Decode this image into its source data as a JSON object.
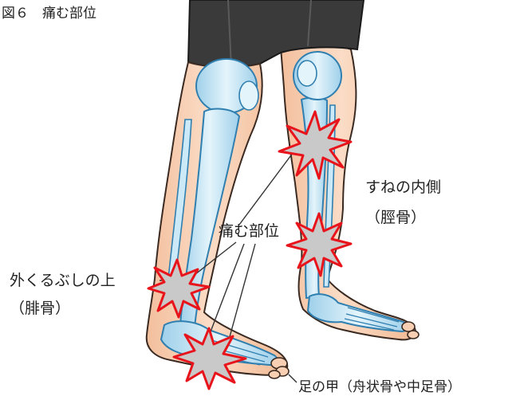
{
  "figure": {
    "caption": "図６　痛む部位"
  },
  "labels": {
    "pain_site": "痛む部位",
    "fibula_line1": "外くるぶしの上",
    "fibula_line2": "（腓骨）",
    "tibia_line1": "すねの内側",
    "tibia_line2": "（脛骨）",
    "foot": "足の甲（舟状骨や中足骨）"
  },
  "colors": {
    "skin": "#f8cfb2",
    "skin_outline": "#3a2a22",
    "bone_fill": "#bfe3f4",
    "bone_outline": "#2f7fb0",
    "shorts": "#3a3a3a",
    "pain_burst_fill": "#c9c9c9",
    "pain_burst_stroke": "#e8141b",
    "leader_line": "#333333"
  }
}
